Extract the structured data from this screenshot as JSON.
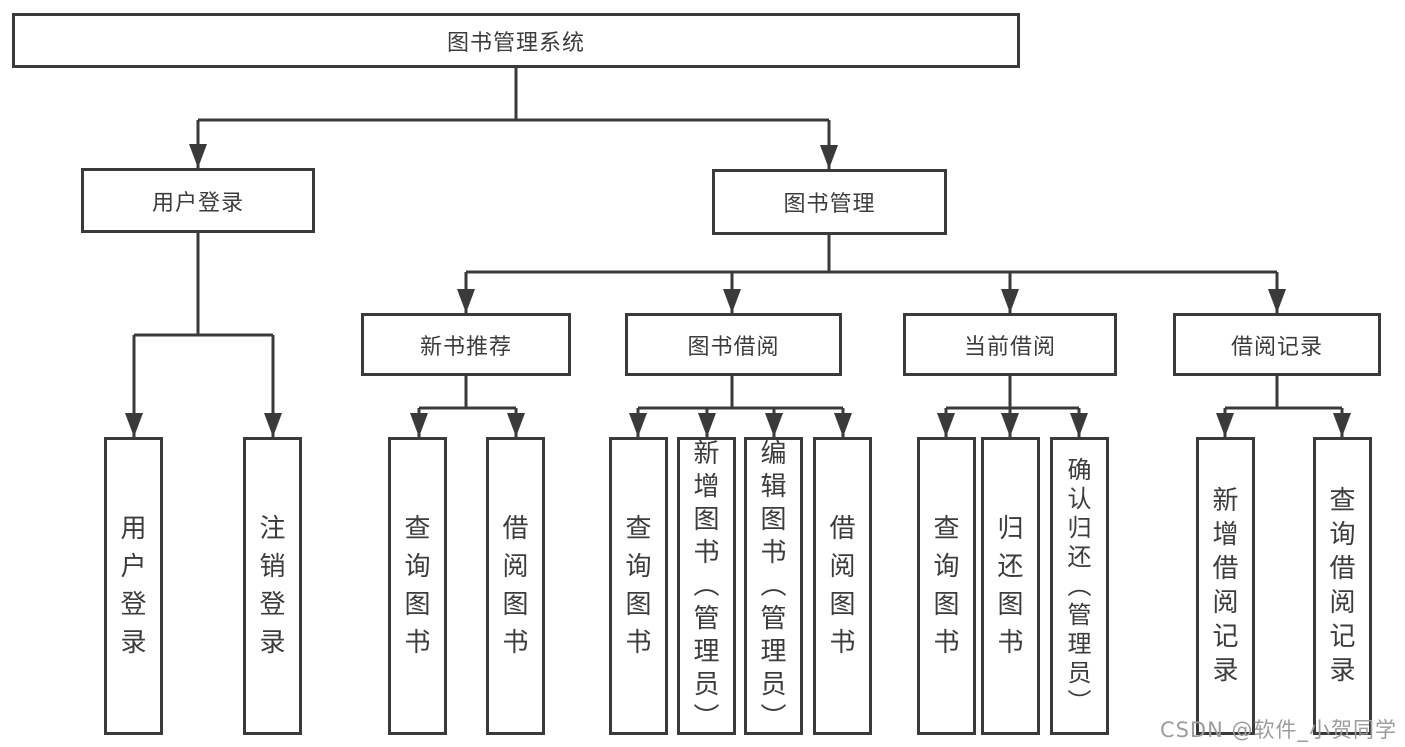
{
  "colors": {
    "line": "#3a3a3a",
    "text": "#3c3c3c",
    "watermark": "#9c9c9c",
    "background": "#ffffff"
  },
  "tree": {
    "root": "图书管理系统",
    "branches": [
      {
        "label": "用户登录",
        "children": [
          "用户登录",
          "注销登录"
        ]
      },
      {
        "label": "图书管理",
        "children": [
          {
            "label": "新书推荐",
            "children": [
              "查询图书",
              "借阅图书"
            ]
          },
          {
            "label": "图书借阅",
            "children": [
              "查询图书",
              "新增图书（管理员）",
              "编辑图书（管理员）",
              "借阅图书"
            ]
          },
          {
            "label": "当前借阅",
            "children": [
              "查询图书",
              "归还图书",
              "确认归还（管理员）"
            ]
          },
          {
            "label": "借阅记录",
            "children": [
              "新增借阅记录",
              "查询借阅记录"
            ]
          }
        ]
      }
    ]
  },
  "watermark": "CSDN @软件_小贺同学"
}
